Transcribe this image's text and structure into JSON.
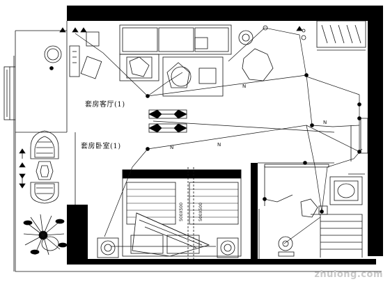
{
  "rooms": {
    "living_room": "套房客厅(1)",
    "bedroom": "套房卧室(1)"
  },
  "wire_mark": "N",
  "bed_labels": [
    "500X500",
    "500X500"
  ],
  "watermark": "zhulong.com",
  "colors": {
    "wall": "#000000",
    "line": "#111111",
    "background": "#ffffff"
  }
}
